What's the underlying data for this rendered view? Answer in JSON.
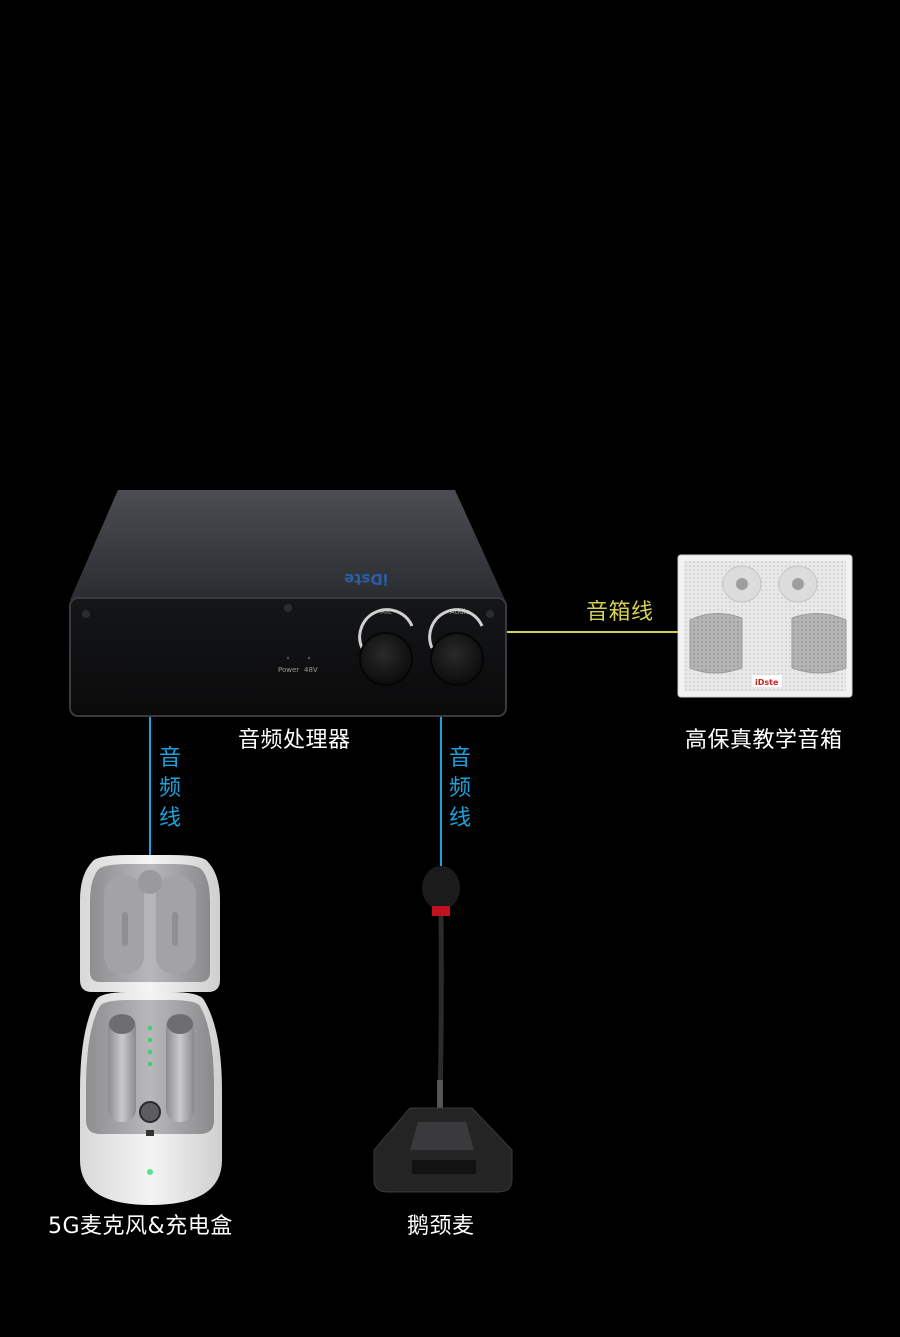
{
  "colors": {
    "background": "#000000",
    "audio_cable": "#1aa3dc",
    "speaker_cable": "#d4cf4f",
    "label_text": "#ffffff"
  },
  "processor": {
    "name": "音频处理器",
    "brand": "iDste",
    "knob_mic_label": "Mic",
    "knob_audio_label": "Audio",
    "indicator_power": "Power",
    "indicator_48v": "48V"
  },
  "speaker": {
    "name": "高保真教学音箱",
    "brand": "iDste"
  },
  "wireless_mic": {
    "name": "5G麦克风&充电盒"
  },
  "gooseneck_mic": {
    "name": "鹅颈麦"
  },
  "cables": {
    "speaker_cable": "音箱线",
    "audio_cable_left": "音\n频\n线",
    "audio_cable_right": "音\n频\n线"
  }
}
